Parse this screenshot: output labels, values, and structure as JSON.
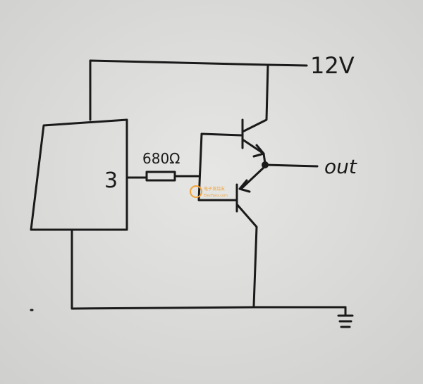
{
  "diagram": {
    "supply_label": "12V",
    "output_label": "out",
    "resistor_label": "680Ω",
    "chip_pin_label": "3"
  },
  "watermark": {
    "lines": [
      "电子发烧友",
      "ElecFans.com"
    ]
  },
  "colors": {
    "paper": "#dcdcda",
    "ink": "#1a1a1a",
    "watermark": "#f2a23a"
  }
}
